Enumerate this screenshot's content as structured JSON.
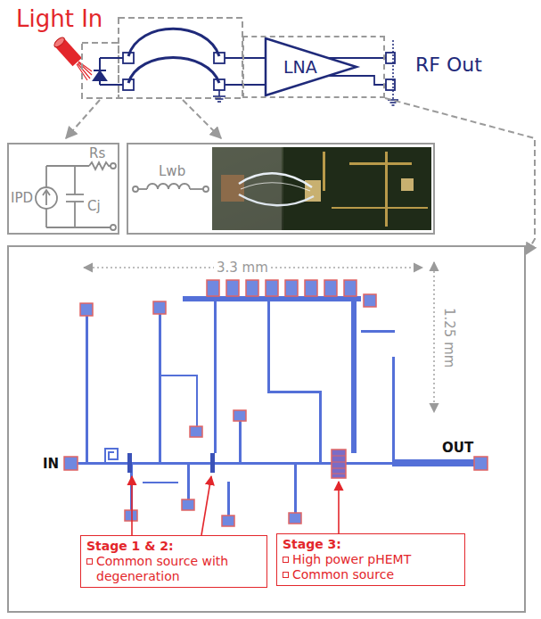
{
  "diagram": {
    "nodes": [
      {
        "text": [
          "LNA"
        ]
      },
      {
        "text": [
          "Rs",
          "IPD",
          "Cj"
        ]
      },
      {
        "text": [
          "Lwb"
        ]
      },
      {
        "text": [
          "3.3 mm",
          "1.25 mm",
          "IN",
          "OUT"
        ]
      },
      {
        "text": [
          "Stage 1 & 2:",
          "Common source with degeneration"
        ],
        "in": 3
      },
      {
        "text": [
          "Stage 3:",
          "High power pHEMT",
          "Common source"
        ],
        "in": 3
      }
    ],
    "edges": [
      {
        "from": 0,
        "to": 3,
        "arrow": "to"
      }
    ],
    "labels": [
      "Light In",
      "RF Out"
    ]
  }
}
